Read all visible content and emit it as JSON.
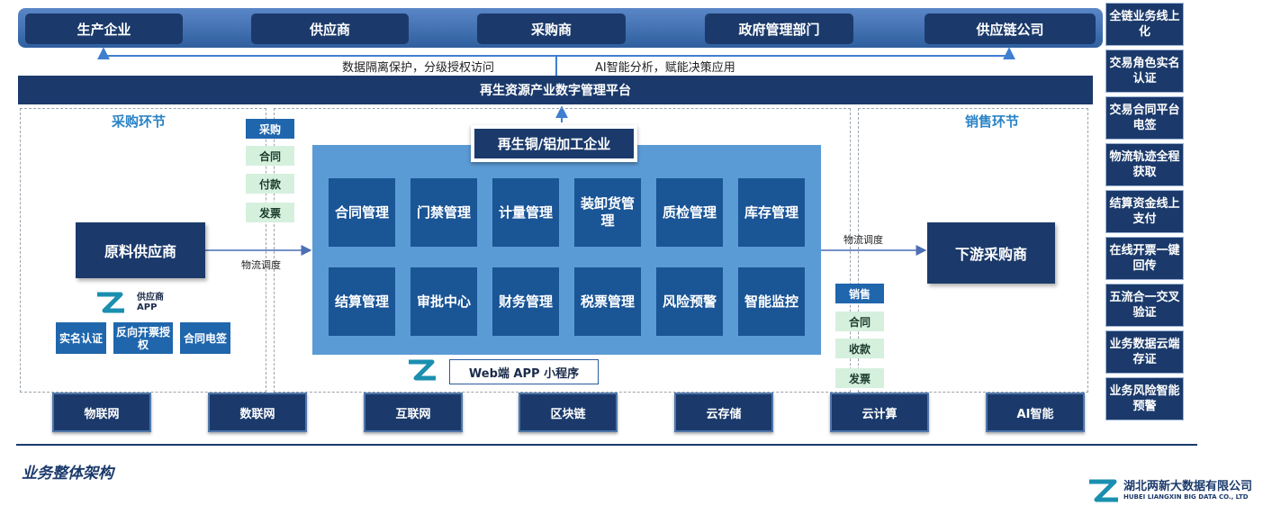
{
  "stakeholders": [
    "生产企业",
    "供应商",
    "采购商",
    "政府管理部门",
    "供应链公司"
  ],
  "platform": {
    "title": "再生资源产业数字管理平台",
    "left_note": "数据隔离保护，分级授权访问",
    "right_note": "AI智能分析，赋能决策应用"
  },
  "purchase": {
    "title": "采购环节",
    "supplier": "原料供应商",
    "flow_label": "物流调度",
    "app_name": "供应商",
    "app_sub": "APP",
    "actions": [
      "实名认证",
      "反向开票授权",
      "合同电签"
    ],
    "steps": [
      "采购",
      "合同",
      "付款",
      "发票"
    ]
  },
  "center": {
    "title": "再生铜/铝加工企业",
    "modules": [
      "合同管理",
      "门禁管理",
      "计量管理",
      "装卸货管理",
      "质检管理",
      "库存管理",
      "结算管理",
      "审批中心",
      "财务管理",
      "税票管理",
      "风险预警",
      "智能监控"
    ],
    "channels": "Web端 APP  小程序"
  },
  "sales": {
    "title": "销售环节",
    "buyer": "下游采购商",
    "flow_label": "物流调度",
    "steps": [
      "销售",
      "合同",
      "收款",
      "发票"
    ]
  },
  "infrastructure": [
    "物联网",
    "数联网",
    "互联网",
    "区块链",
    "云存储",
    "云计算",
    "AI智能"
  ],
  "features": [
    "全链业务线上化",
    "交易角色实名认证",
    "交易合同平台电签",
    "物流轨迹全程获取",
    "结算资金线上支付",
    "在线开票一键回传",
    "五流合一交叉验证",
    "业务数据云端存证",
    "业务风险智能预警"
  ],
  "footer": {
    "caption": "业务整体架构",
    "company_cn": "湖北两新大数据有限公司",
    "company_en": "HUBEI LIANGXIN BIG DATA CO., LTD"
  },
  "colors": {
    "navy": "#1b3a6b",
    "panel": "#5b9bd5",
    "module": "#1a5596",
    "accent": "#2b83c6",
    "green": "#d6f0de"
  }
}
